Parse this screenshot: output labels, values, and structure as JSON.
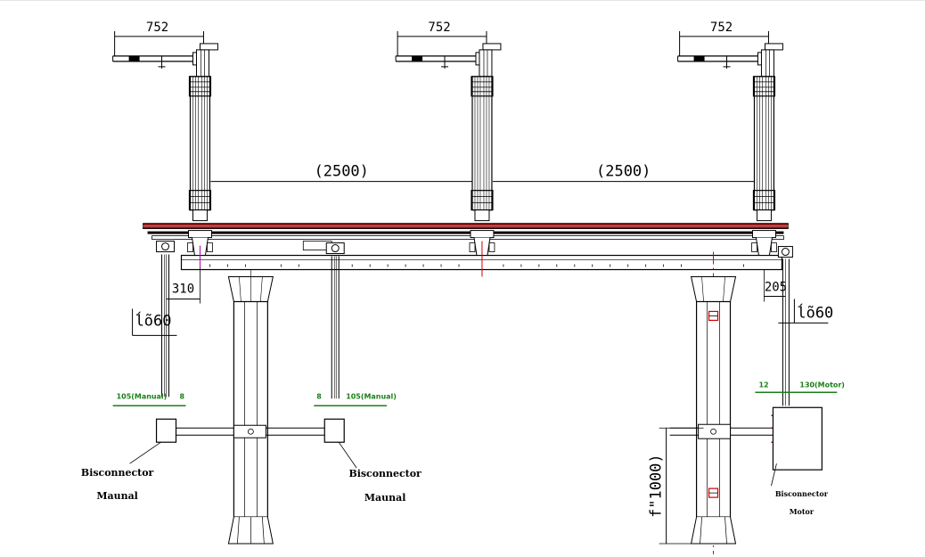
{
  "dimensions": {
    "top_widths": [
      "752",
      "752",
      "752"
    ],
    "phase_spacing": [
      "(2500)",
      "(2500)"
    ],
    "left_offset": "310",
    "right_offset": "205",
    "left_height": "ĺõ60",
    "right_height": "ĺõ60",
    "column_height": "f\"1000)"
  },
  "green_marks": {
    "left_a": "105(Manual)",
    "left_b": "8",
    "mid_a": "8",
    "mid_b": "105(Manual)",
    "right_a": "12",
    "right_b": "130(Motor)"
  },
  "labels": {
    "left_manual_1": "Bisconnector",
    "left_manual_2": "Maunal",
    "mid_manual_1": "Bisconnector",
    "mid_manual_2": "Maunal",
    "motor_1": "Bisconnector",
    "motor_2": "Motor"
  },
  "colors": {
    "busbar": "#8b1a1a",
    "annotation": "#1a7f1a",
    "marker": "#cc0000",
    "axis": "#d00000",
    "magenta": "#b000b0"
  }
}
